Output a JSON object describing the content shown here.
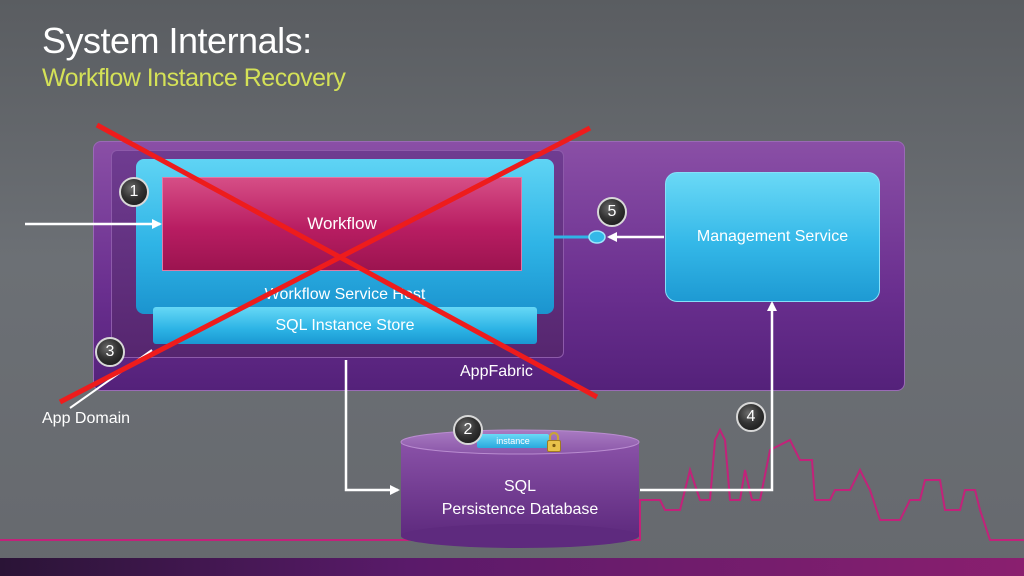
{
  "slide": {
    "title": "System Internals:",
    "subtitle": "Workflow Instance Recovery"
  },
  "diagram": {
    "workflow_label": "Workflow",
    "host_label": "Workflow Service Host",
    "store_label": "SQL Instance Store",
    "management_label": "Management Service",
    "appfabric_label": "AppFabric",
    "appdomain_label": "App Domain",
    "database_line1": "SQL",
    "database_line2": "Persistence Database",
    "instance_tag": "instance",
    "badges": [
      "1",
      "2",
      "3",
      "4",
      "5"
    ]
  },
  "colors": {
    "accent_subtitle": "#d4e157",
    "workflow_magenta": "#b81d62",
    "box_cyan": "#2fb4e6",
    "appfabric_purple": "#6a2f8f",
    "database_purple": "#7a3f9a",
    "cross_red": "#ee1c1c"
  },
  "icons": [
    "lock-icon",
    "arrow-icon",
    "connector-dot-icon",
    "cross-out-icon",
    "skyline-icon"
  ]
}
